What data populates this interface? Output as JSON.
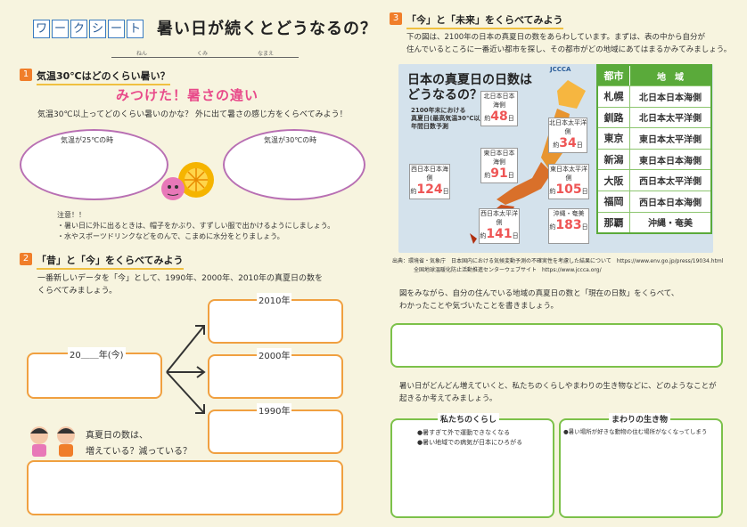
{
  "header": {
    "tag": [
      "ワ",
      "ー",
      "ク",
      "シ",
      "ー",
      "ト"
    ],
    "title": "暑い日が続くとどうなるの？",
    "name_labels": [
      "ねん",
      "くみ",
      "なまえ"
    ]
  },
  "s1": {
    "num": "1",
    "title": "気温30℃はどのくらい暑い？",
    "pink": "みつけた！暑さの違い",
    "lead": "気温30℃以上ってどのくらい暑いのかな？ 外に出て暑さの感じ方をくらべてみよう！",
    "bubble_left": "気温が25℃の時",
    "bubble_right": "気温が30℃の時",
    "note_title": "注意！！",
    "note_lines": [
      "・暑い日に外に出るときは、帽子をかぶり、すずしい服で出かけるようにしましょう。",
      "・水やスポーツドリンクなどをのんで、こまめに水分をとりましょう。"
    ]
  },
  "s2": {
    "num": "2",
    "title": "「昔」と「今」をくらべてみよう",
    "lead": [
      "一番新しいデータを「今」として、1990年、2000年、2010年の真夏日の数を",
      "くらべてみましょう。"
    ],
    "now_label": "20＿＿年(今)",
    "years": [
      "2010年",
      "2000年",
      "1990年"
    ],
    "question": [
      "真夏日の数は、",
      "増えている？減っている？"
    ]
  },
  "s3": {
    "num": "3",
    "title": "「今」と「未来」をくらべてみよう",
    "lead": [
      "下の図は、2100年の日本の真夏日の数をあらわしています。まずは、表の中から自分が",
      "住んでいるところに一番近い都市を探し、その都市がどの地域にあてはまるかみてみましょう。"
    ],
    "map": {
      "title": [
        "日本の真夏日の日数は",
        "どうなるの？"
      ],
      "sub": [
        "2100年末における",
        "真夏日(最高気温30℃以上)の",
        "年間日数予測"
      ],
      "logo": "JCCCA",
      "regions": [
        {
          "name": "北日本日本海側",
          "value": "48",
          "unit": "日"
        },
        {
          "name": "北日本太平洋側",
          "value": "34",
          "unit": "日"
        },
        {
          "name": "東日本日本海側",
          "value": "91",
          "unit": "日"
        },
        {
          "name": "西日本日本海側",
          "value": "124",
          "unit": "日"
        },
        {
          "name": "東日本太平洋側",
          "value": "105",
          "unit": "日"
        },
        {
          "name": "西日本太平洋側",
          "value": "141",
          "unit": "日"
        },
        {
          "name": "沖縄・奄美",
          "value": "183",
          "unit": "日"
        }
      ],
      "prefix": "約"
    },
    "table": {
      "head": [
        "都市",
        "地　域"
      ],
      "rows": [
        [
          "札幌",
          "北日本日本海側"
        ],
        [
          "釧路",
          "北日本太平洋側"
        ],
        [
          "東京",
          "東日本太平洋側"
        ],
        [
          "新潟",
          "東日本日本海側"
        ],
        [
          "大阪",
          "西日本太平洋側"
        ],
        [
          "福岡",
          "西日本日本海側"
        ],
        [
          "那覇",
          "沖縄・奄美"
        ]
      ]
    },
    "source": "出典：環境省・気象庁　日本国内における気候変動予測の不確実性を考慮した結果について　https://www.env.go.jp/press/19034.html",
    "source2": "全国地球温暖化防止活動推進センターウェブサイト　https://www.jccca.org/",
    "compare": [
      "図をみながら、自分の住んでいる地域の真夏日の数と「現在の日数」をくらべて、",
      "わかったことや気づいたことを書きましょう。"
    ],
    "think": [
      "暑い日がどんどん増えていくと、私たちのくらしやまわりの生き物などに、どのようなことが",
      "起きるか考えてみましょう。"
    ],
    "life": {
      "title": "私たちのくらし",
      "items": [
        "●暑すぎて外で運動できなくなる",
        "●暑い地域での病気が日本にひろがる"
      ]
    },
    "nature": {
      "title": "まわりの生き物",
      "items": [
        "●暑い場所が好きな動物の住む場所がなくなってしまう"
      ]
    }
  }
}
